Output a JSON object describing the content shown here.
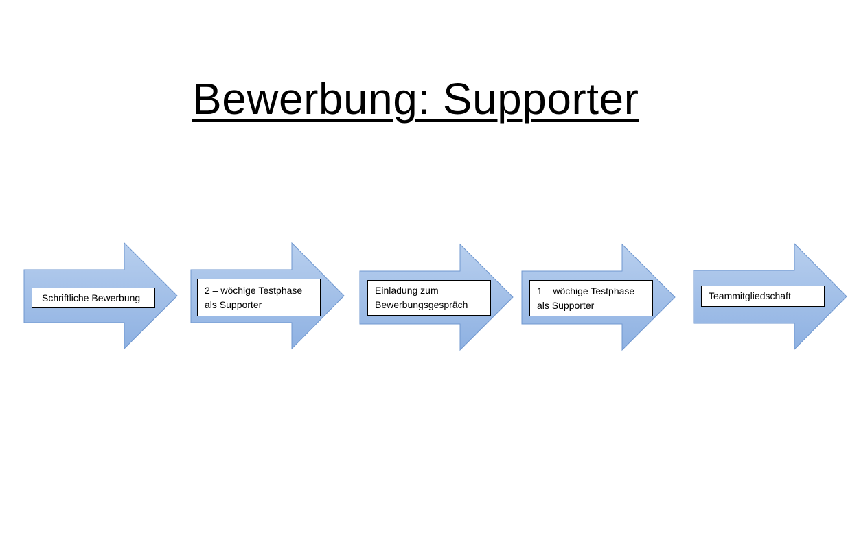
{
  "title": "Bewerbung: Supporter",
  "colors": {
    "arrow_fill_top": "#b8cfee",
    "arrow_fill_bottom": "#8eb1e2",
    "arrow_stroke": "#6f97cf",
    "box_border": "#000000",
    "title_color": "#000000"
  },
  "steps": [
    {
      "label": "Schriftliche Bewerbung"
    },
    {
      "label": "2 – wöchige Testphase\nals Supporter"
    },
    {
      "label": "Einladung zum\nBewerbungsgespräch"
    },
    {
      "label": "1 – wöchige Testphase\nals Supporter"
    },
    {
      "label": "Teammitgliedschaft"
    }
  ]
}
